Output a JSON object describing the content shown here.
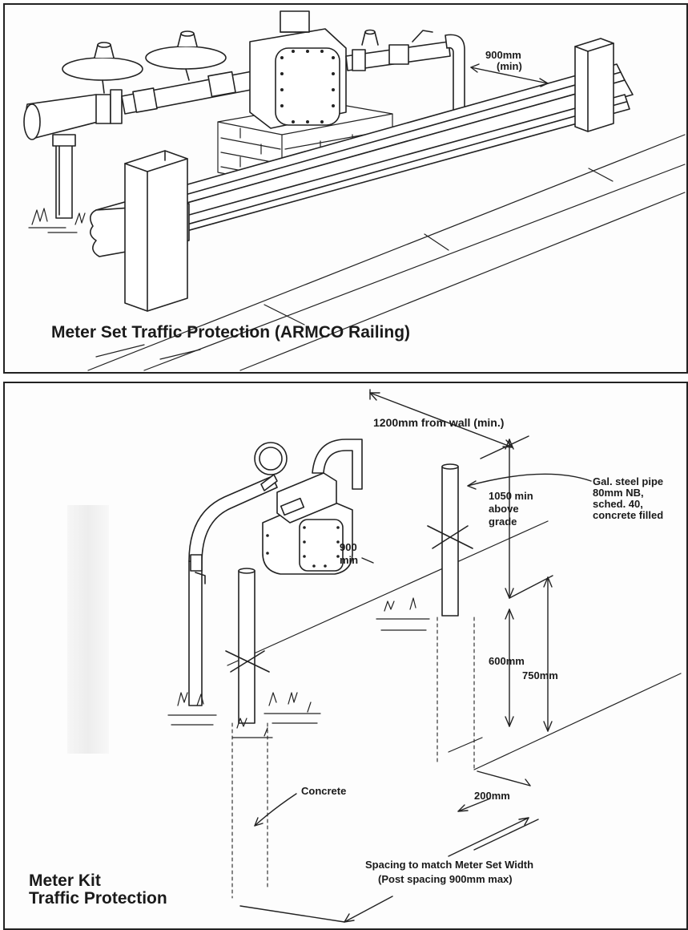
{
  "top_panel": {
    "title": "Meter Set Traffic Protection (ARMCO Railing)",
    "clearance_value": "900mm",
    "clearance_note": "(min)"
  },
  "bottom_panel": {
    "title_line1": "Meter Kit",
    "title_line2": "Traffic Protection",
    "wall_distance": "1200mm from wall (min.)",
    "post_height_1": "1050 min",
    "post_height_2": "above",
    "post_height_3": "grade",
    "pipe_spec_1": "Gal. steel pipe",
    "pipe_spec_2": "80mm NB,",
    "pipe_spec_3": "sched. 40,",
    "pipe_spec_4": "concrete filled",
    "meter_clearance_1": "900",
    "meter_clearance_2": "min",
    "embed_depth": "600mm",
    "hole_depth": "750mm",
    "footing_width": "200mm",
    "concrete_label": "Concrete",
    "spacing_line1": "Spacing to match Meter Set Width",
    "spacing_line2": "(Post spacing 900mm max)"
  }
}
